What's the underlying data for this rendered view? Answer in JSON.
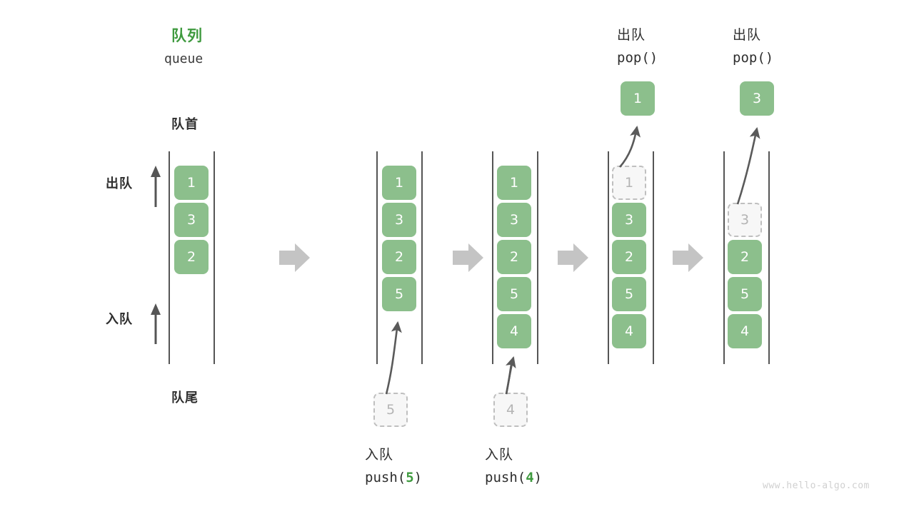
{
  "page": {
    "title_cn": "队列",
    "title_en": "queue",
    "head_label": "队首",
    "tail_label": "队尾",
    "dequeue_label": "出队",
    "enqueue_label": "入队",
    "watermark": "www.hello-algo.com",
    "colors": {
      "accent_green": "#3f9a3f",
      "cell_green": "#8cbf8c",
      "cell_text": "#ffffff",
      "ghost_fill": "#f7f7f7",
      "ghost_border": "#bfbfbf",
      "ghost_text": "#b4b4b4",
      "rail": "#555555",
      "arrow_gray": "#c4c4c4",
      "curve_arrow": "#5a5a5a",
      "text_dark": "#2e2e2e",
      "watermark": "#d0d0d0"
    }
  },
  "steps": [
    {
      "id": "initial",
      "caption_cn": "",
      "caption_code": "",
      "cells": [
        "1",
        "3",
        "2"
      ],
      "ghost_index": -1,
      "start_slot": 0
    },
    {
      "id": "push-5",
      "caption_cn": "入队",
      "caption_code_prefix": "push(",
      "caption_code_num": "5",
      "caption_code_suffix": ")",
      "incoming_value": "5",
      "cells": [
        "1",
        "3",
        "2",
        "5"
      ],
      "ghost_index": -1,
      "start_slot": 0
    },
    {
      "id": "push-4",
      "caption_cn": "入队",
      "caption_code_prefix": "push(",
      "caption_code_num": "4",
      "caption_code_suffix": ")",
      "incoming_value": "4",
      "cells": [
        "1",
        "3",
        "2",
        "5",
        "4"
      ],
      "ghost_index": -1,
      "start_slot": 0
    },
    {
      "id": "pop-1",
      "header_cn": "出队",
      "header_code": "pop()",
      "popped_value": "1",
      "cells": [
        "1",
        "3",
        "2",
        "5",
        "4"
      ],
      "ghost_index": 0,
      "start_slot": 0
    },
    {
      "id": "pop-3",
      "header_cn": "出队",
      "header_code": "pop()",
      "popped_value": "3",
      "cells": [
        "3",
        "2",
        "5",
        "4"
      ],
      "ghost_index": 0,
      "start_slot": 1
    }
  ],
  "separators": [
    {
      "name": "separator-1"
    },
    {
      "name": "separator-2"
    },
    {
      "name": "separator-3"
    },
    {
      "name": "separator-4"
    }
  ]
}
